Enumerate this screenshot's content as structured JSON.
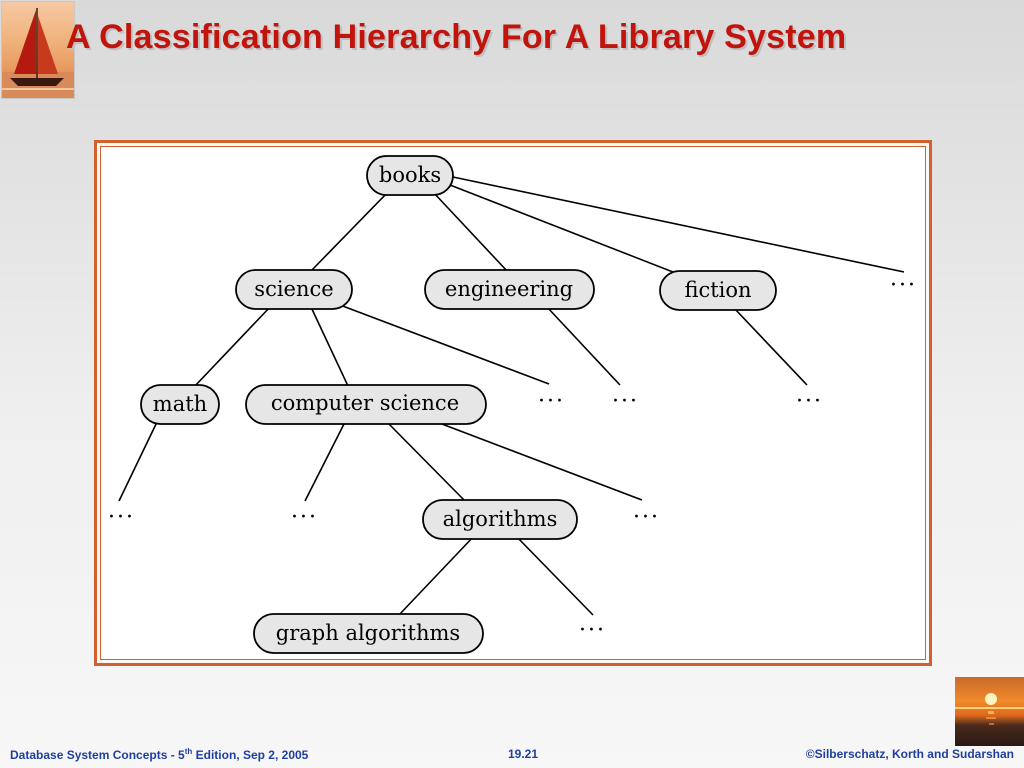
{
  "slide": {
    "title": "A Classification Hierarchy For A Library System"
  },
  "tree": {
    "nodes": [
      {
        "id": "books",
        "label": "books"
      },
      {
        "id": "science",
        "label": "science"
      },
      {
        "id": "engineering",
        "label": "engineering"
      },
      {
        "id": "fiction",
        "label": "fiction"
      },
      {
        "id": "math",
        "label": "math"
      },
      {
        "id": "computer_science",
        "label": "computer science"
      },
      {
        "id": "algorithms",
        "label": "algorithms"
      },
      {
        "id": "graph_algorithms",
        "label": "graph algorithms"
      }
    ],
    "ellipsis": "···"
  },
  "footer": {
    "book_prefix": "Database System Concepts - 5",
    "book_sup": "th",
    "book_suffix": " Edition, Sep 2, 2005",
    "slide_number": "19.21",
    "copyright": "©Silberschatz, Korth and Sudarshan"
  },
  "colors": {
    "title": "#c0140c",
    "frame": "#d0602e",
    "footer_text": "#1f3fa0",
    "node_fill": "#e6e6e6"
  }
}
